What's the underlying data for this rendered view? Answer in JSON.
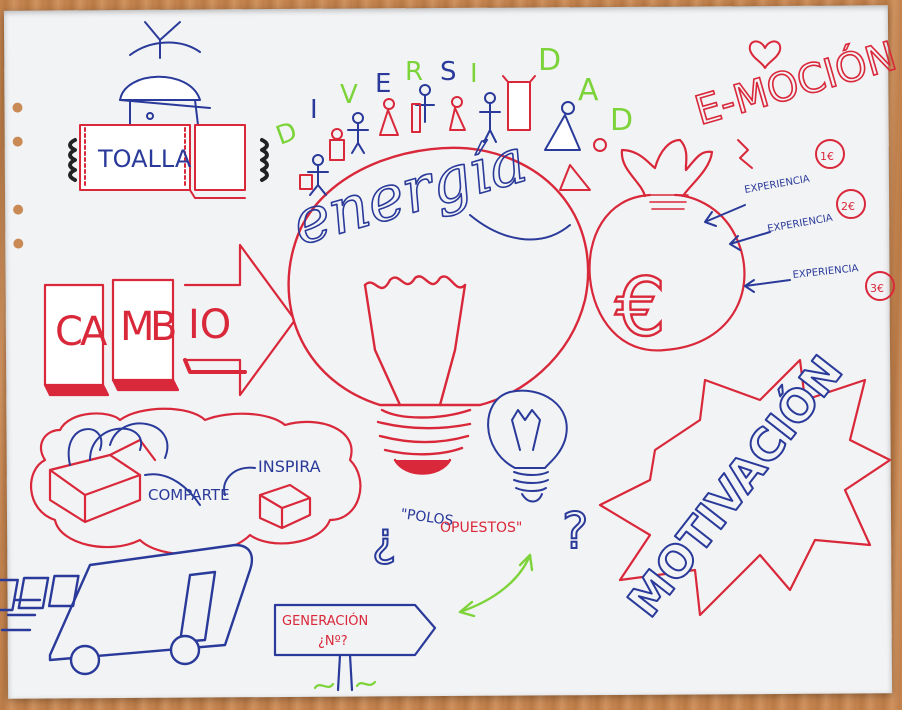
{
  "words": {
    "toalla": "TOALLA",
    "cambio": [
      "C",
      "A",
      "M",
      "B",
      "IO"
    ],
    "diversidad": [
      "D",
      "I",
      "V",
      "E",
      "R",
      "S",
      "I",
      "D",
      "A",
      "D"
    ],
    "energia": "energía",
    "emocion": "E-MOCIÓN",
    "experiencias": [
      {
        "label": "EXPERIENCIA",
        "mark": "1€"
      },
      {
        "label": "EXPERIENCIA",
        "mark": "2€"
      },
      {
        "label": "EXPERIENCIA",
        "mark": "3€"
      }
    ],
    "euro": "€",
    "comparte": "COMPARTE",
    "inspira": "INSPIRA",
    "polos_open": "¿",
    "polos_1": "\"POLOS",
    "polos_2": "OPUESTOS\"",
    "polos_close": "?",
    "motivacion": "MOTIVACIÓN",
    "generacion_1": "GENERACIÓN",
    "generacion_2": "¿Nº?"
  },
  "colors": {
    "red": "#d9283a",
    "blue": "#2a3a9a",
    "green": "#7dd33a",
    "paper": "#f2f3f5",
    "wood": "#c98a55"
  }
}
